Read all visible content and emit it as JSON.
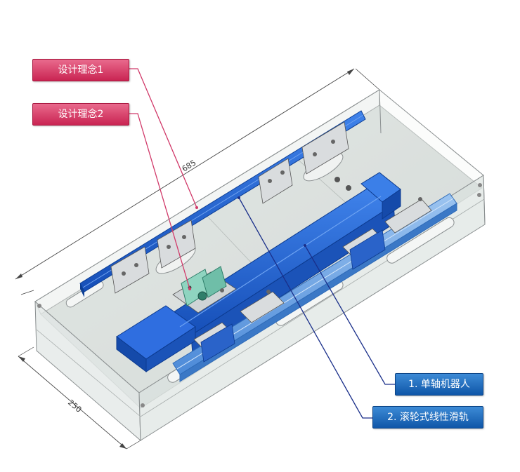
{
  "callouts": {
    "design_concept_1": "设计理念1",
    "design_concept_2": "设计理念2",
    "single_axis_robot": "1. 单轴机器人",
    "roller_linear_rail": "2. 滚轮式线性滑轨"
  },
  "dimensions": {
    "length": "685",
    "width": "250"
  },
  "colors": {
    "pink_callout": "#d33a66",
    "blue_callout": "#1565b8",
    "robot_blue": "#1e63d6",
    "rail_blue": "#5b9be0",
    "bracket_green": "#7fc6b0",
    "glass_outline": "#8a8f90"
  }
}
